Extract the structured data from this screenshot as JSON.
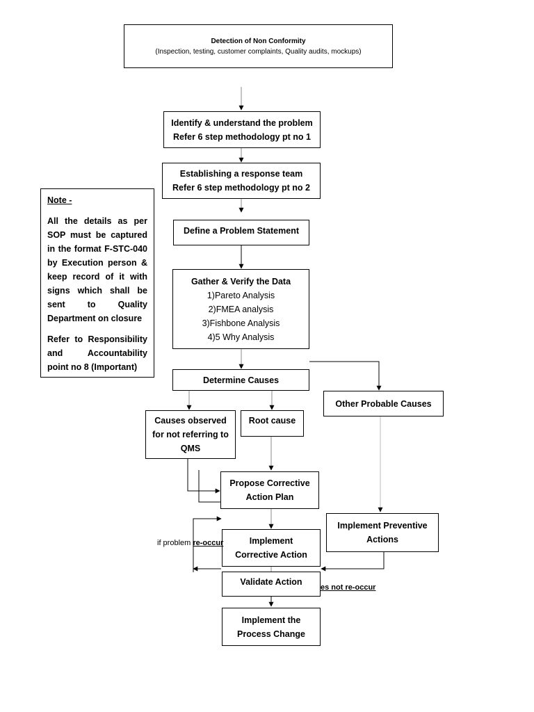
{
  "boxes": {
    "detection": {
      "title": "Detection of Non Conformity",
      "subtitle": "(Inspection, testing, customer complaints, Quality audits, mockups)"
    },
    "identify": {
      "line1": "Identify & understand the problem",
      "line2": "Refer 6 step methodology pt no 1"
    },
    "team": {
      "line1": "Establishing a response team",
      "line2": "Refer 6 step methodology pt no  2"
    },
    "define": {
      "line1": "Define a Problem Statement"
    },
    "gather": {
      "title": "Gather & Verify the Data",
      "items": [
        "1)Pareto Analysis",
        "2)FMEA analysis",
        "3)Fishbone Analysis",
        "4)5 Why Analysis"
      ]
    },
    "determine": {
      "line1": "Determine Causes"
    },
    "other": {
      "line1": "Other Probable Causes"
    },
    "qms": {
      "line1": "Causes observed",
      "line2": "for not referring to",
      "line3": "QMS"
    },
    "root": {
      "line1": "Root cause"
    },
    "propose": {
      "line1": "Propose Corrective",
      "line2": "Action Plan"
    },
    "preventive": {
      "line1": "Implement Preventive",
      "line2": "Actions"
    },
    "implement": {
      "line1": "Implement",
      "line2": "Corrective Action"
    },
    "validate": {
      "line1": "Validate Action"
    },
    "change": {
      "line1": "Implement the",
      "line2": "Process Change"
    }
  },
  "note": {
    "heading": "Note -",
    "para1": "All the details as per SOP must be captured in the format F-STC-040 by Execution person & keep record of it with signs which shall be sent to Quality Department on closure",
    "para2": "Refer to Responsibility and Accountability point no 8 (Important)"
  },
  "labels": {
    "if_problem_prefix": "if problem ",
    "reoccur": "re-occur",
    "not_reoccur": "es not re-occur"
  }
}
